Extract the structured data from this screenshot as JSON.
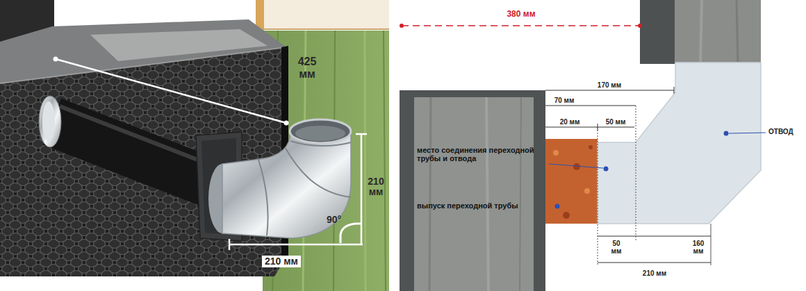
{
  "diagram": {
    "labels": [
      "425 мм",
      "210 мм",
      "90°",
      "210 мм",
      "380 мм",
      "170 мм",
      "70 мм",
      "20 мм",
      "50 мм",
      "место соединения переходной трубы и отвода",
      "выпуск переходной трубы",
      "ОТВОД",
      "50 мм",
      "160 мм",
      "210 мм"
    ]
  }
}
